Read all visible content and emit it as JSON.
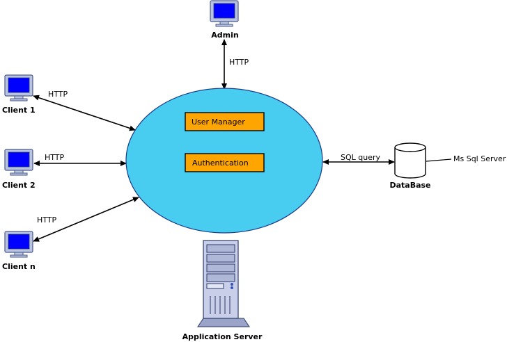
{
  "diagram": {
    "admin": {
      "label": "Admin",
      "link_label": "HTTP"
    },
    "clients": [
      {
        "label": "Client 1",
        "link_label": "HTTP"
      },
      {
        "label": "Client 2",
        "link_label": "HTTP"
      },
      {
        "label": "Client n",
        "link_label": "HTTP"
      }
    ],
    "server": {
      "label": "Application Server",
      "modules": [
        "User Manager",
        "Authentication"
      ]
    },
    "database": {
      "label": "DataBase",
      "link_label": "SQL query",
      "engine_label": "Ms Sql Server"
    },
    "colors": {
      "ellipse": "#48cdf0",
      "module": "#ffa500",
      "monitor_screen": "#0000ff",
      "monitor_body": "#b8c4e0",
      "server_body": "#c9cfe8"
    }
  }
}
